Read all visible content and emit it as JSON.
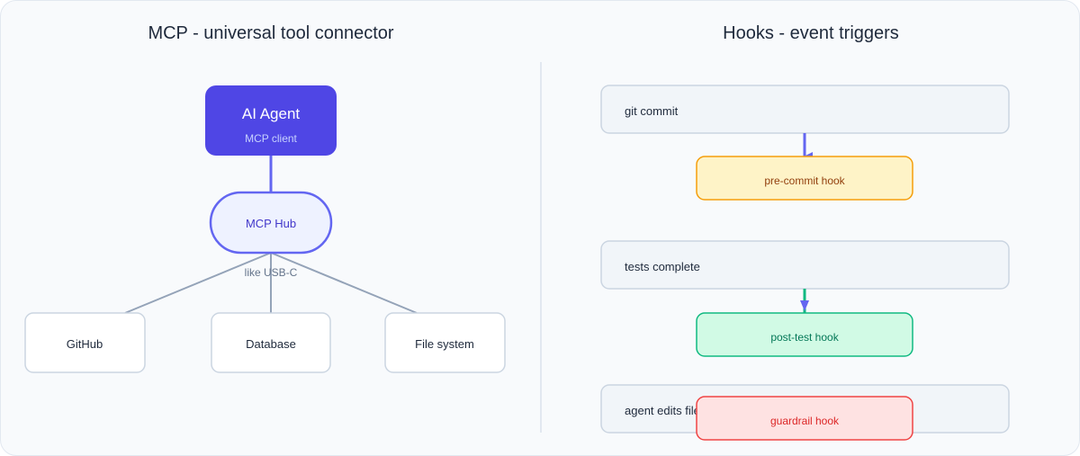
{
  "mcp": {
    "title": "MCP - universal tool connector",
    "agent": {
      "label": "AI Agent",
      "sublabel": "MCP client"
    },
    "hub": {
      "label": "MCP Hub",
      "note": "like USB-C"
    },
    "tools": [
      {
        "label": "GitHub"
      },
      {
        "label": "Database"
      },
      {
        "label": "File system"
      }
    ]
  },
  "hooks": {
    "title": "Hooks - event triggers",
    "rows": [
      {
        "event": "git commit",
        "hook": "pre-commit hook"
      },
      {
        "event": "tests complete",
        "hook": "post-test hook"
      },
      {
        "event": "agent edits file",
        "hook": "guardrail hook"
      }
    ]
  },
  "colors": {
    "agent_fill": "#4f46e5",
    "hub_fill": "#eef2ff",
    "hub_stroke": "#6366f1",
    "hub_text": "#4338ca",
    "connector": "#94a3b8",
    "arrow": "#6366f1",
    "pre_commit_fill": "#fef3c7",
    "pre_commit_stroke": "#f59e0b",
    "pre_commit_text": "#92400e",
    "post_test_fill": "#d1fae5",
    "post_test_stroke": "#10b981",
    "post_test_text": "#047857",
    "guardrail_fill": "#fee2e2",
    "guardrail_stroke": "#ef4444",
    "guardrail_text": "#dc2626"
  }
}
